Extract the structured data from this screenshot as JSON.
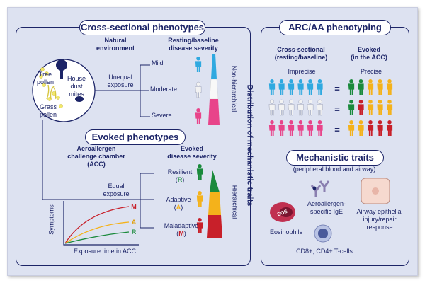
{
  "colors": {
    "navy": "#1c2467",
    "blue": "#2fa9e0",
    "white_person": "#f2f2f2",
    "pink": "#e8448a",
    "green": "#1a8a3c",
    "yellow": "#f4b21b",
    "red": "#c8202a",
    "panel_bg": "#dde2f1"
  },
  "left": {
    "cross_title": "Cross-sectional phenotypes",
    "natural_environment": "Natural\nenvironment",
    "baseline_header": "Resting/baseline\ndisease severity",
    "allergens": {
      "tree_pollen": "Tree\npollen",
      "house_dust_mites": "House\ndust\nmites",
      "grass_pollen": "Grass\npollen"
    },
    "unequal_exposure": "Unequal\nexposure",
    "severity_levels": [
      "Mild",
      "Moderate",
      "Severe"
    ],
    "non_hierarchical": "Non-hierarchical",
    "evoked_title": "Evoked phenotypes",
    "acc_label": "Aeroallergen\nchallenge chamber\n(ACC)",
    "evoked_header": "Evoked\ndisease severity",
    "equal_exposure": "Equal\nexposure",
    "evoked_levels": [
      {
        "name": "Resilient",
        "code": "R"
      },
      {
        "name": "Adaptive",
        "code": "A"
      },
      {
        "name": "Maladaptive",
        "code": "M"
      }
    ],
    "hierarchical": "Hierarchical",
    "graph": {
      "ylabel": "Symptoms",
      "xlabel": "Exposure time in ACC",
      "curve_labels": [
        "M",
        "A",
        "R"
      ]
    },
    "distribution": "Distribution of mechanistic traits"
  },
  "right": {
    "arc_title": "ARC/AA phenotyping",
    "cross_header": "Cross-sectional\n(resting/baseline)",
    "evoked_header": "Evoked\n(in the ACC)",
    "imprecise": "Imprecise",
    "precise": "Precise",
    "equals": "=",
    "mech_title": "Mechanistic traits",
    "mech_subtitle": "(peripheral blood and airway)",
    "eosinophils": "Eosinophils",
    "ige": "Aeroallergen-\nspecific IgE",
    "airway": "Airway epithelial\ninjury/repair\nresponse",
    "tcells": "CD8+, CD4+ T-cells",
    "eos_label": "EOS"
  }
}
